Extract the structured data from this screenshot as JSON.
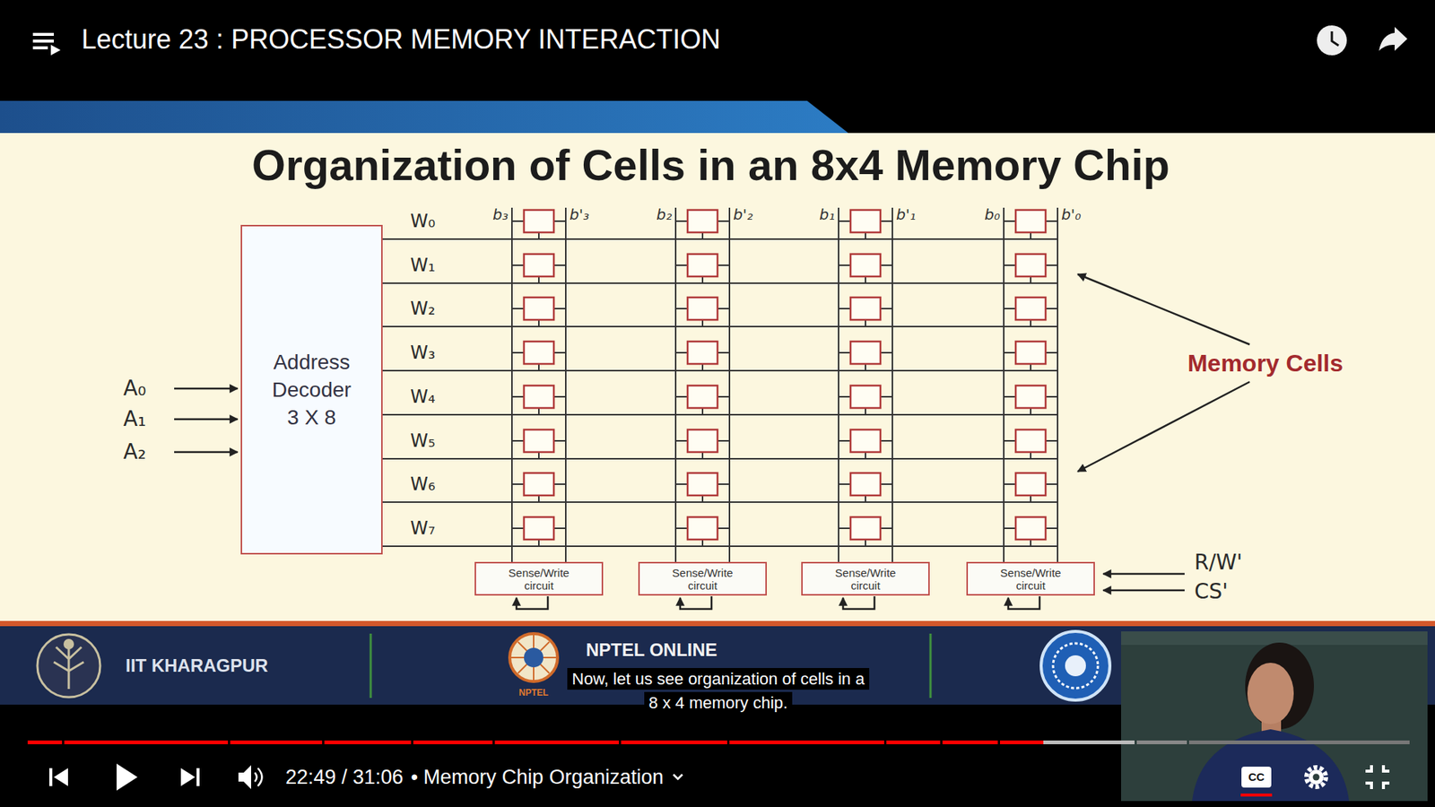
{
  "diagram": {
    "title": "Organization of Cells in an 8x4 Memory Chip",
    "nodes": [
      {
        "text": [
          "Address Decoder",
          "3 X 8"
        ]
      },
      {
        "text": [
          "Sense/Write circuit"
        ]
      },
      {
        "text": [
          "Sense/Write circuit"
        ]
      },
      {
        "text": [
          "Sense/Write circuit"
        ]
      },
      {
        "text": [
          "Sense/Write circuit"
        ]
      }
    ],
    "labels": [
      "Lecture 23 : PROCESSOR MEMORY INTERACTION",
      "A₀",
      "A₁",
      "A₂",
      "W₀",
      "W₁",
      "W₂",
      "W₃",
      "W₄",
      "W₅",
      "W₆",
      "W₇",
      "b₃",
      "b'₃",
      "b₂",
      "b'₂",
      "b₁",
      "b'₁",
      "b₀",
      "b'₀",
      "Memory Cells",
      "R/W'",
      "CS'",
      "IIT KHARAGPUR",
      "NPTEL",
      "NPTEL ONLINE",
      "Now, let us see organization of cells in a 8 x 4 memory chip.",
      "22:49 / 31:06",
      "• Memory Chip Organization",
      "CC"
    ]
  }
}
